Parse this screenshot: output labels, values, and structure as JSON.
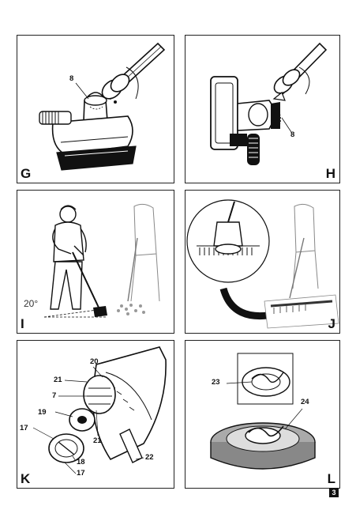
{
  "panels": {
    "G": {
      "letter": "G",
      "callouts": [
        "8"
      ]
    },
    "H": {
      "letter": "H",
      "callouts": [
        "8"
      ]
    },
    "I": {
      "letter": "I",
      "angle": "20°"
    },
    "J": {
      "letter": "J"
    },
    "K": {
      "letter": "K",
      "callouts": [
        "20",
        "21",
        "7",
        "19",
        "17",
        "21",
        "22",
        "18",
        "17"
      ]
    },
    "L": {
      "letter": "L",
      "callouts": [
        "23",
        "24"
      ]
    }
  },
  "page_number": "3"
}
